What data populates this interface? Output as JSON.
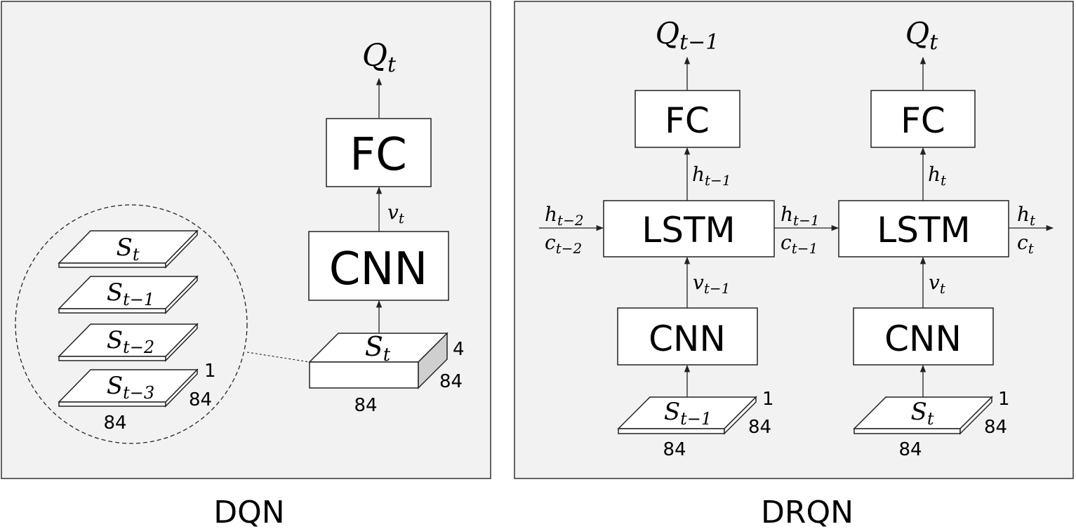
{
  "dqn": {
    "caption": "DQN",
    "output": {
      "base": "Q",
      "sub": "t"
    },
    "fc_label": "FC",
    "cnn_label": "CNN",
    "feature": {
      "base": "v",
      "sub": "t"
    },
    "input": {
      "base": "S",
      "sub": "t"
    },
    "input_depth": "4",
    "input_height": "84",
    "input_width": "84",
    "stack": [
      {
        "base": "S",
        "sub": "t"
      },
      {
        "base": "S",
        "sub": "t−1"
      },
      {
        "base": "S",
        "sub": "t−2"
      },
      {
        "base": "S",
        "sub": "t−3"
      }
    ],
    "stack_depth": "1",
    "stack_height": "84",
    "stack_width": "84"
  },
  "drqn": {
    "caption": "DRQN",
    "steps": [
      {
        "output": {
          "base": "Q",
          "sub": "t−1"
        },
        "fc_label": "FC",
        "hidden_up": {
          "base": "h",
          "sub": "t−1"
        },
        "lstm_label": "LSTM",
        "in_h": {
          "base": "h",
          "sub": "t−2"
        },
        "in_c": {
          "base": "c",
          "sub": "t−2"
        },
        "feature": {
          "base": "v",
          "sub": "t−1"
        },
        "cnn_label": "CNN",
        "input": {
          "base": "S",
          "sub": "t−1"
        },
        "depth": "1",
        "height": "84",
        "width": "84"
      },
      {
        "output": {
          "base": "Q",
          "sub": "t"
        },
        "fc_label": "FC",
        "hidden_up": {
          "base": "h",
          "sub": "t"
        },
        "lstm_label": "LSTM",
        "in_h": {
          "base": "h",
          "sub": "t−1"
        },
        "in_c": {
          "base": "c",
          "sub": "t−1"
        },
        "feature": {
          "base": "v",
          "sub": "t"
        },
        "cnn_label": "CNN",
        "input": {
          "base": "S",
          "sub": "t"
        },
        "depth": "1",
        "height": "84",
        "width": "84"
      }
    ],
    "out_h": {
      "base": "h",
      "sub": "t"
    },
    "out_c": {
      "base": "c",
      "sub": "t"
    }
  }
}
